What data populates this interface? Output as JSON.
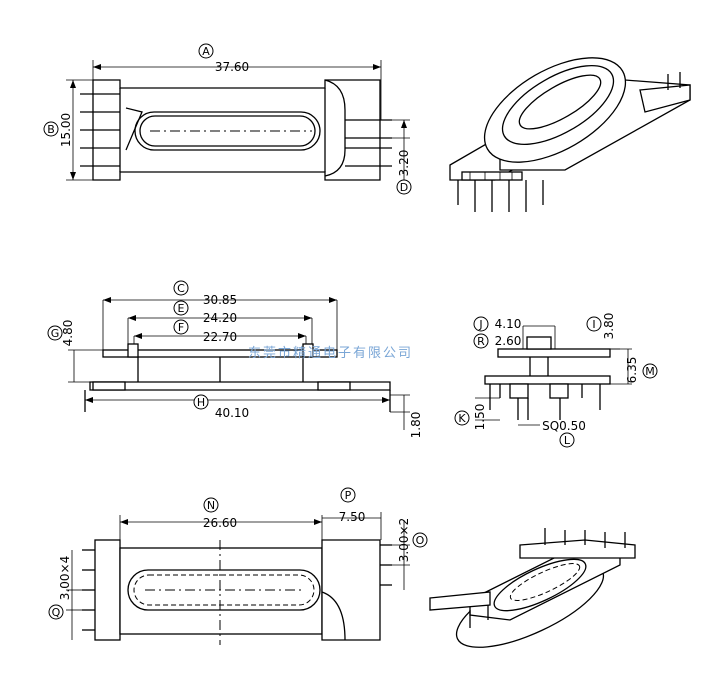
{
  "watermark": "东莞市精通电子有限公司",
  "labels": {
    "A": "A",
    "B": "B",
    "C": "C",
    "D": "D",
    "E": "E",
    "F": "F",
    "G": "G",
    "H": "H",
    "I": "I",
    "J": "J",
    "K": "K",
    "L": "L",
    "M": "M",
    "N": "N",
    "O": "O",
    "P": "P",
    "Q": "Q",
    "R": "R"
  },
  "dims": {
    "A": "37.60",
    "B": "15.00",
    "C": "30.85",
    "D": "3.20",
    "E": "24.20",
    "F": "22.70",
    "G": "4.80",
    "H": "40.10",
    "H2": "1.80",
    "I": "3.80",
    "J": "4.10",
    "K": "1.50",
    "L": "SQ0.50",
    "M": "6.35",
    "N": "26.60",
    "O": "3.00×2",
    "P": "7.50",
    "Q": "3.00×4",
    "R": "2.60"
  },
  "colors": {
    "line": "#000000",
    "watermark": "#7aa6d6",
    "background": "#ffffff"
  }
}
